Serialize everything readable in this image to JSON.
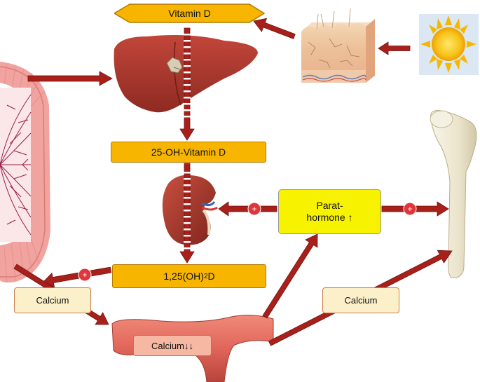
{
  "labels": {
    "vitamin_d": "Vitamin D",
    "hydroxy_vitamin_d": "25-OH-Vitamin D",
    "calcitriol_prefix": "1,25(OH)",
    "calcitriol_sub": "2",
    "calcitriol_suffix": " D",
    "parathormone_line1": "Parat-",
    "parathormone_line2": "hormone ↑",
    "calcium_left": "Calcium",
    "calcium_right": "Calcium",
    "calcium_blood": "Calcium↓↓"
  },
  "markers": {
    "plus": "+"
  },
  "colors": {
    "arrow": "#a9201b",
    "arrow_dark": "#6e1210",
    "plus_marker": "#e0353a",
    "orange_box": "#f7b500",
    "yellow_box": "#f6f200",
    "cream_box": "#fbf0c9",
    "pink_box": "#f6b8a2"
  }
}
